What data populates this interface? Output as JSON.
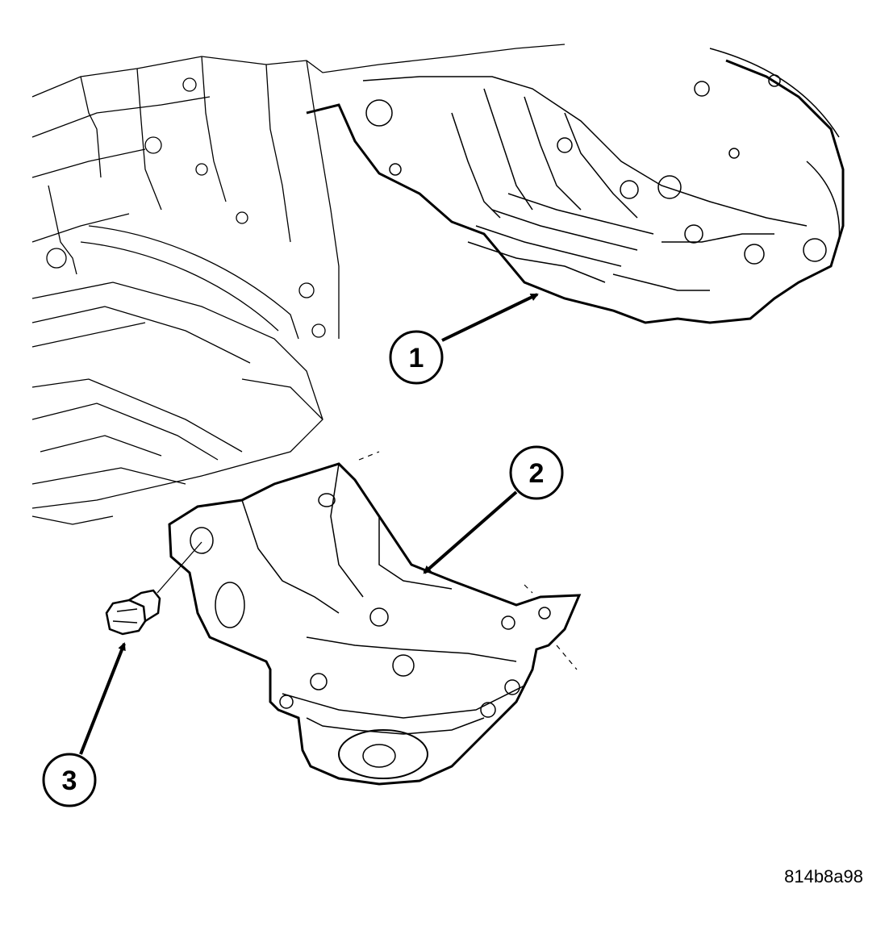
{
  "figure": {
    "id": "814b8a98",
    "colors": {
      "line": "#000000",
      "background": "#ffffff"
    }
  },
  "callouts": [
    {
      "number": "1"
    },
    {
      "number": "2"
    },
    {
      "number": "3"
    }
  ]
}
